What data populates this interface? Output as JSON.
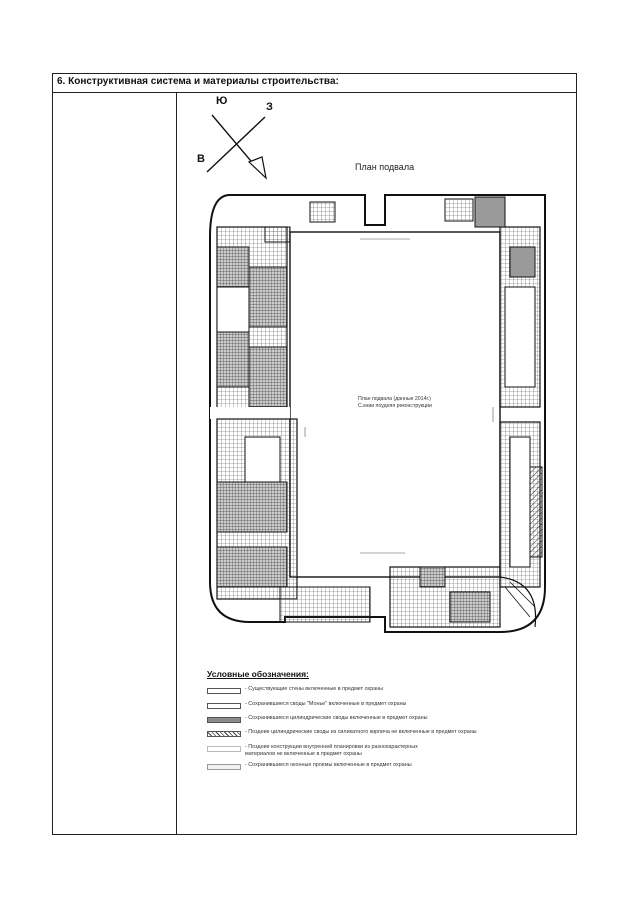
{
  "section": {
    "header": "6. Конструктивная система и материалы строительства:"
  },
  "compass": {
    "north_label": "Ю",
    "east_label": "З",
    "west_label": "В"
  },
  "plan": {
    "title": "План подвала",
    "note_line1": "План подвала (данные 2014г.)",
    "note_line2": "С.книи поудняя реконструкции"
  },
  "legend": {
    "title": "Условные обозначения:",
    "items": [
      {
        "text": "- Существующие стены включенные в предмет охраны",
        "fill": "#ffffff"
      },
      {
        "text": "- Сохранившиеся своды \"Монье\" включенные в предмет охраны",
        "fill": "#ffffff"
      },
      {
        "text": "- Сохранившиеся цилиндрические своды включенные в предмет охраны",
        "fill": "#8c8c8c"
      },
      {
        "text": "- Поздние цилиндрические своды из силикатного кирпича не включенные в предмет охраны",
        "fill": "hatch"
      },
      {
        "text": "- Поздние конструкции внутренней планировки из разнохарактерных",
        "text2": "материалов не включенные в предмет охраны",
        "fill": "#ffffff"
      },
      {
        "text": "- Сохранившиеся оконные проемы включенные в предмет охраны",
        "fill": "#f3f3f3"
      }
    ]
  }
}
